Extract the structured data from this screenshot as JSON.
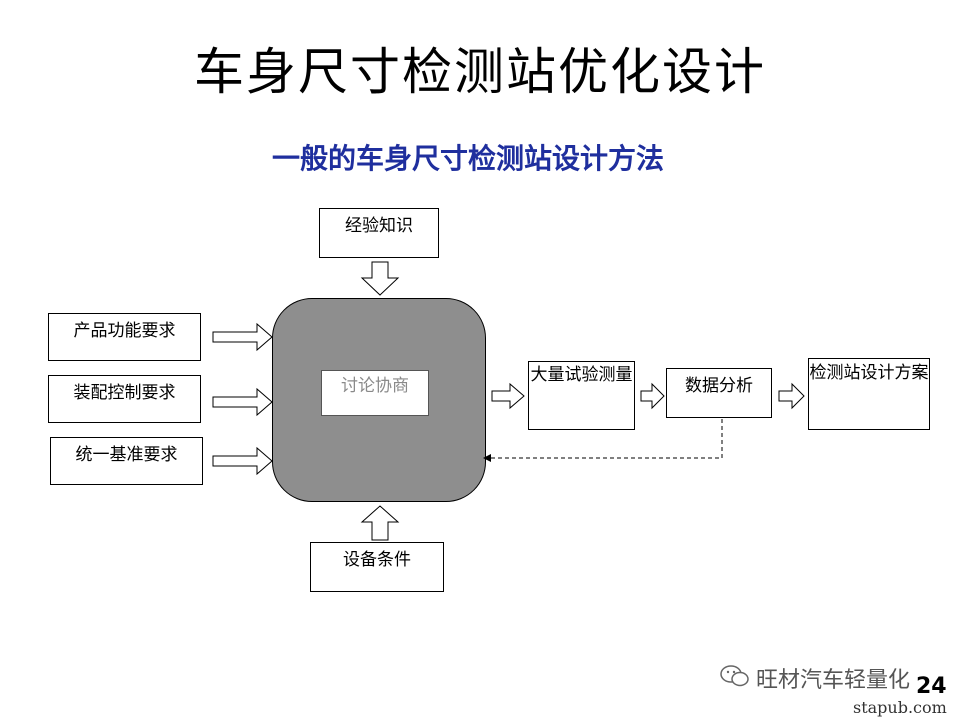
{
  "title": "车身尺寸检测站优化设计",
  "subtitle": "一般的车身尺寸检测站设计方法",
  "diagram": {
    "top_input": "经验知识",
    "left_inputs": [
      "产品功能要求",
      "装配控制要求",
      "统一基准要求"
    ],
    "center": "讨论协商",
    "bottom_input": "设备条件",
    "process": [
      "大量试验测量",
      "数据分析",
      "检测站设计方案"
    ]
  },
  "footer": {
    "watermark": "旺材汽车轻量化",
    "page_number": "24",
    "site": "stapub.com"
  },
  "colors": {
    "subtitle": "#1f2f9e",
    "center_fill": "#8e8e8e"
  }
}
